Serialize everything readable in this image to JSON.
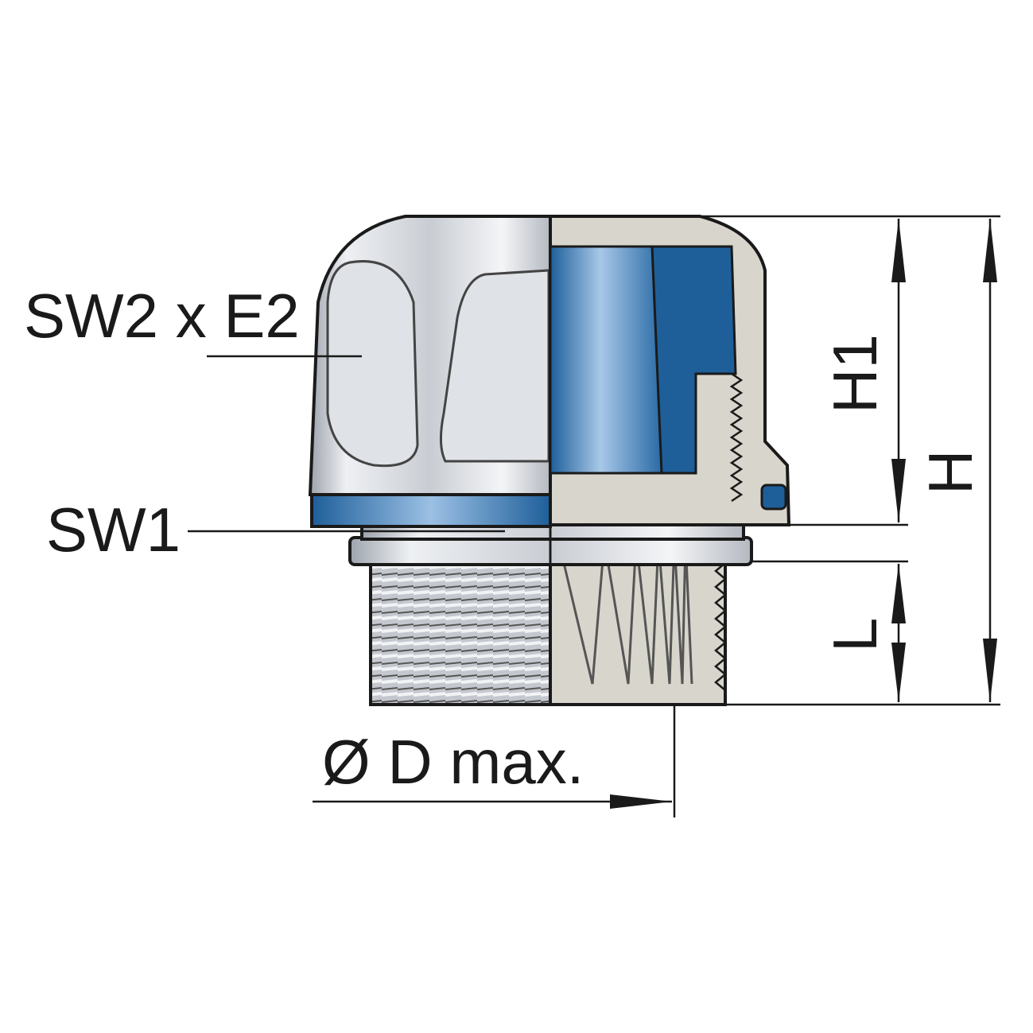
{
  "title": "Cable gland dimension drawing",
  "labels": {
    "sw2_e2": "SW2 x E2",
    "sw1": "SW1",
    "h1": "H1",
    "h": "H",
    "l": "L",
    "d_max": "Ø D max."
  },
  "colors": {
    "metal_light": "#e6e8ec",
    "metal_mid": "#b9bec6",
    "blue": "#1e5f9a",
    "blue_light": "#7aa6d4",
    "section_grey": "#d8d5cc",
    "line": "#1a1a1a"
  }
}
